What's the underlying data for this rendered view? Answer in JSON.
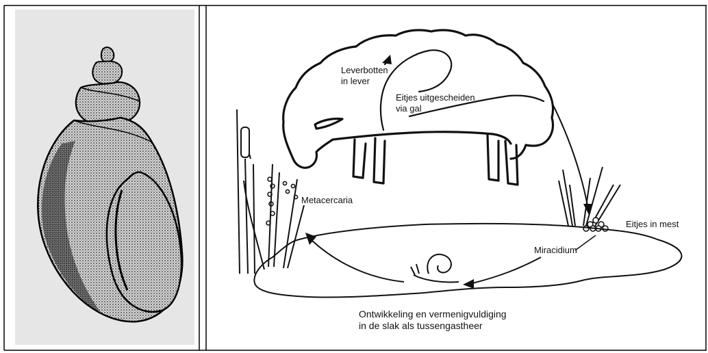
{
  "labels": {
    "leverbotten_line1": "Leverbotten",
    "leverbotten_line2": "in lever",
    "eitjes_gal_line1": "Eitjes uitgescheiden",
    "eitjes_gal_line2": "via gal",
    "metacercaria": "Metacercaria",
    "eitjes_mest": "Eitjes in mest",
    "miracidium": "Miracidium",
    "ontwikkeling_line1": "Ontwikkeling en vermenigvuldiging",
    "ontwikkeling_line2": "in de slak als tussengastheer"
  },
  "colors": {
    "ink": "#111111",
    "panel_bg": "#e6e6e6",
    "border": "#000000"
  },
  "icons": {
    "left_panel": "snail-shell-illustration",
    "sheep": "sheep-outline",
    "snail": "snail-icon",
    "plants": "reed-plants"
  }
}
